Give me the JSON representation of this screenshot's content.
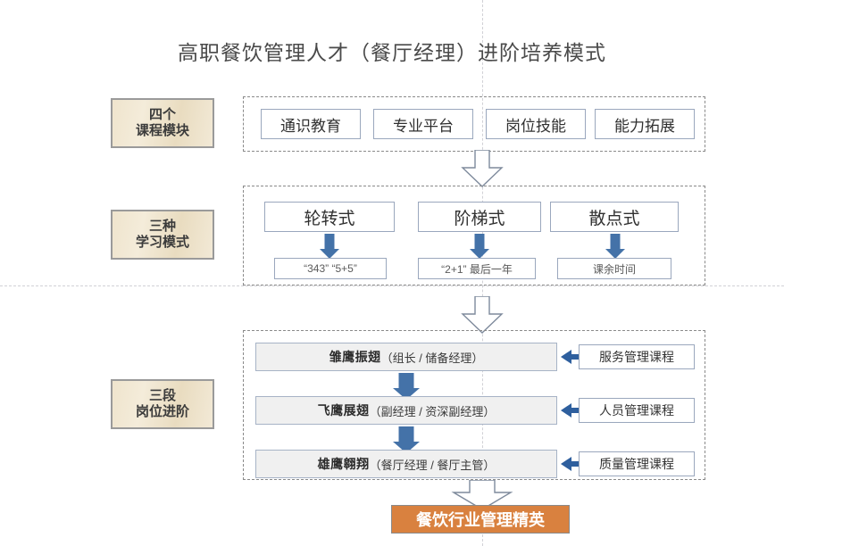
{
  "slide": {
    "title": "高职餐饮管理人才（餐厅经理）进阶培养模式",
    "accent_blue": "#4472a8",
    "accent_orange": "#d9813f",
    "label_beige": "#efe4cd",
    "box_border": "#9aa7bd",
    "dash_border": "#8a8a8a"
  },
  "side_labels": [
    {
      "line1": "四个",
      "line2": "课程模块"
    },
    {
      "line1": "三种",
      "line2": "学习模式"
    },
    {
      "line1": "三段",
      "line2": "岗位进阶"
    }
  ],
  "section_modules": {
    "items": [
      {
        "label": "通识教育"
      },
      {
        "label": "专业平台"
      },
      {
        "label": "岗位技能"
      },
      {
        "label": "能力拓展"
      }
    ]
  },
  "section_modes": {
    "items": [
      {
        "label": "轮转式",
        "detail": "“343”    “5+5”"
      },
      {
        "label": "阶梯式",
        "detail": "“2+1”  最后一年"
      },
      {
        "label": "散点式",
        "detail": "课余时间"
      }
    ]
  },
  "section_stages": {
    "items": [
      {
        "title": "雏鹰振翅",
        "roles": "（组长 / 储备经理）",
        "course": "服务管理课程"
      },
      {
        "title": "飞鹰展翅",
        "roles": "（副经理 / 资深副经理）",
        "course": "人员管理课程"
      },
      {
        "title": "雄鹰翱翔",
        "roles": "（餐厅经理 / 餐厅主管）",
        "course": "质量管理课程"
      }
    ]
  },
  "outcome": {
    "label": "餐饮行业管理精英"
  },
  "icons": {
    "arrow_down_solid": "arrow-down-icon",
    "arrow_down_hollow": "hollow-arrow-down-icon",
    "chevron_left": "chevron-left-icon"
  }
}
